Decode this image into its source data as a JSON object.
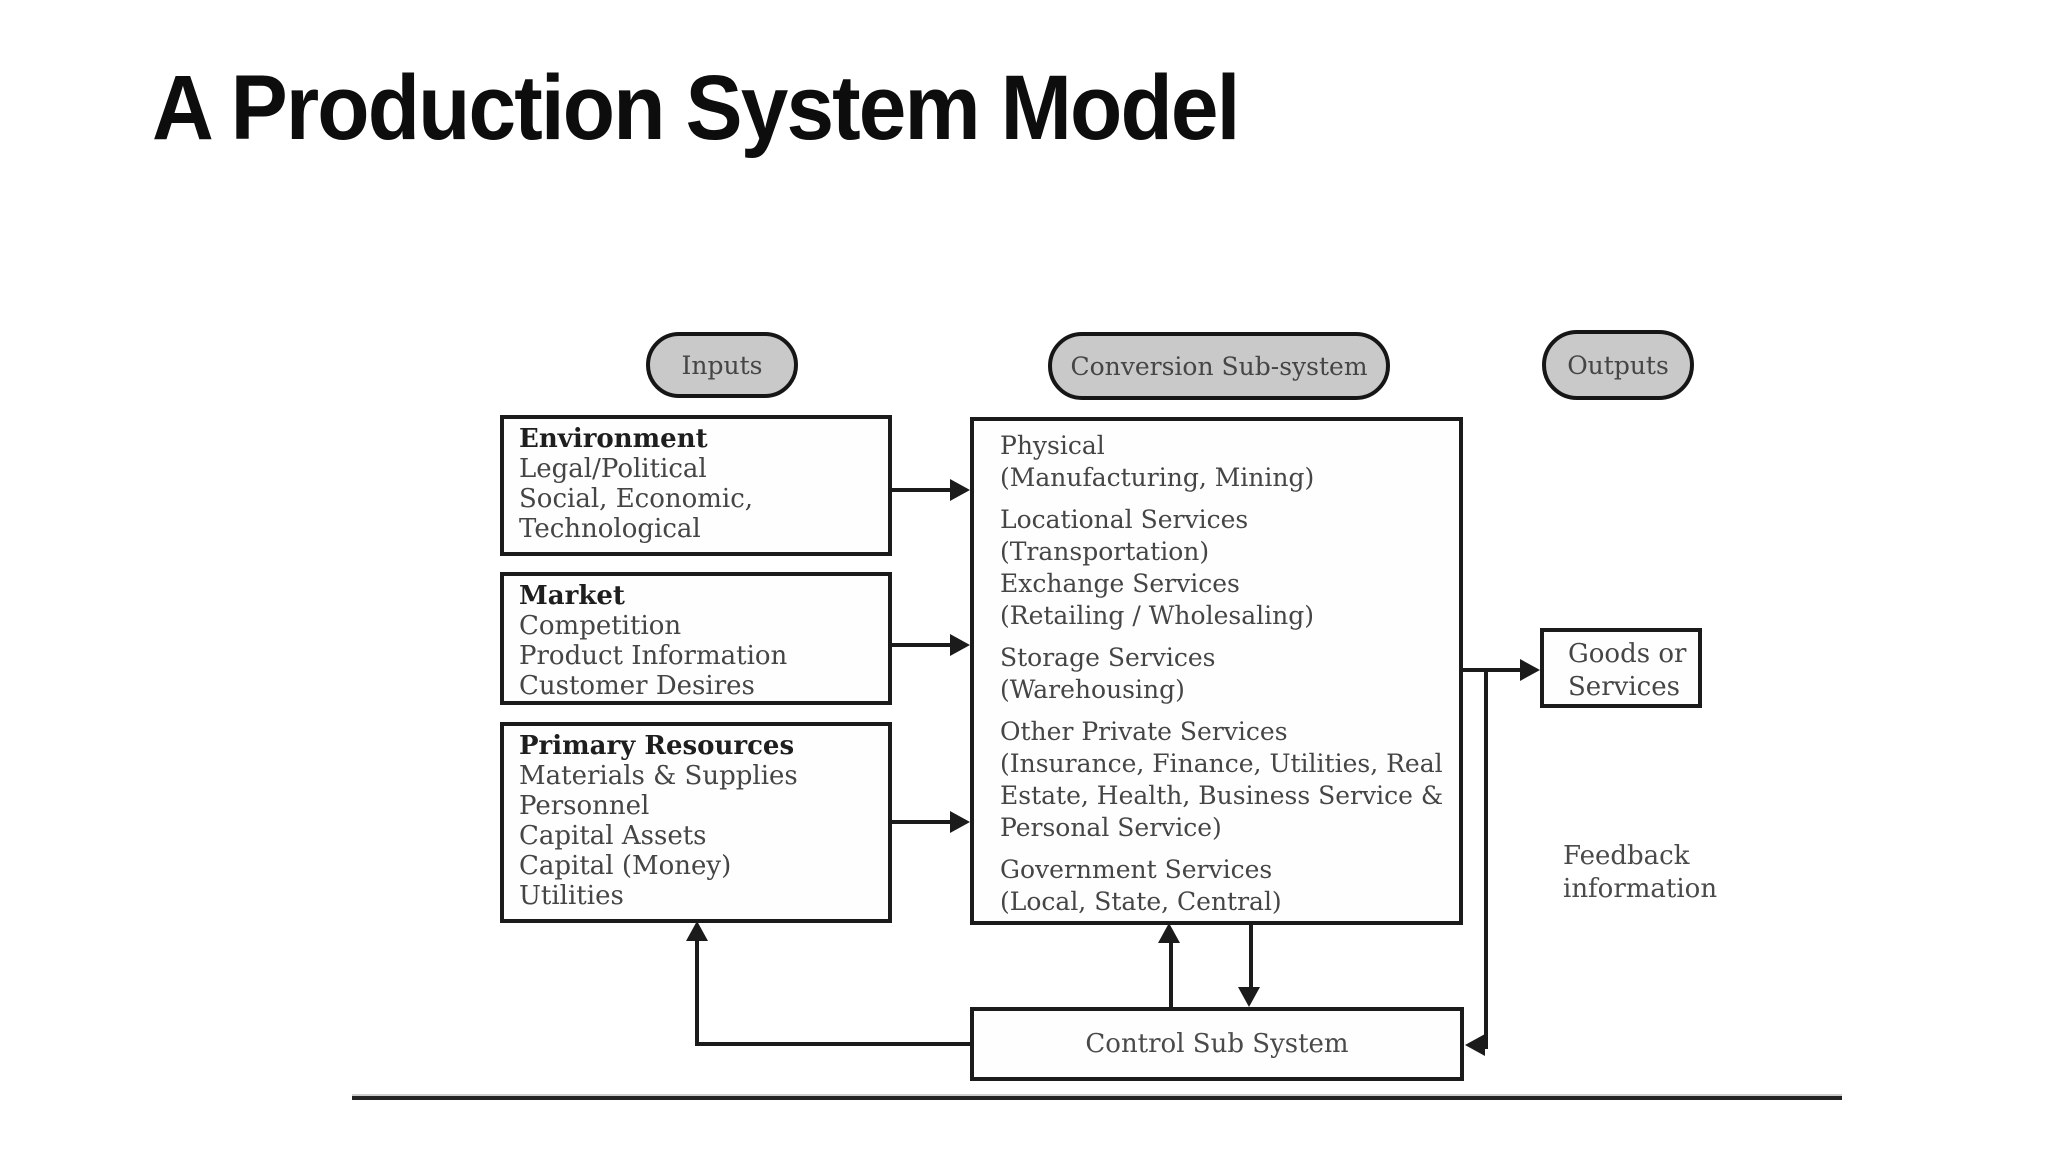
{
  "header": {
    "title": "A Production System Model"
  },
  "diagram": {
    "ovals": {
      "inputs": "Inputs",
      "conversion": "Conversion Sub-system",
      "outputs": "Outputs"
    },
    "input_boxes": [
      {
        "title": "Environment",
        "lines": [
          "Legal/Political",
          "Social, Economic,",
          "Technological"
        ]
      },
      {
        "title": "Market",
        "lines": [
          "Competition",
          "Product Information",
          "Customer Desires"
        ]
      },
      {
        "title": "Primary Resources",
        "lines": [
          "Materials & Supplies",
          "Personnel",
          "Capital Assets",
          "Capital (Money)",
          "Utilities"
        ]
      }
    ],
    "conversion_groups": [
      {
        "lines": [
          "Physical",
          "(Manufacturing, Mining)"
        ]
      },
      {
        "lines": [
          "Locational Services",
          "(Transportation)",
          "Exchange Services",
          "(Retailing / Wholesaling)"
        ]
      },
      {
        "lines": [
          "Storage Services",
          "(Warehousing)"
        ]
      },
      {
        "lines": [
          "Other Private Services",
          "(Insurance, Finance, Utilities, Real",
          "Estate, Health, Business Service &",
          "Personal Service)"
        ]
      },
      {
        "lines": [
          "Government Services",
          "(Local, State, Central)"
        ]
      }
    ],
    "output_box": {
      "lines": [
        "Goods or",
        "Services"
      ]
    },
    "feedback_label": {
      "lines": [
        "Feedback",
        "information"
      ]
    },
    "control_box": {
      "label": "Control Sub System"
    },
    "colors": {
      "oval_fill": "#c9c9c9",
      "line": "#1b1b1b",
      "body_text": "#454545"
    }
  }
}
